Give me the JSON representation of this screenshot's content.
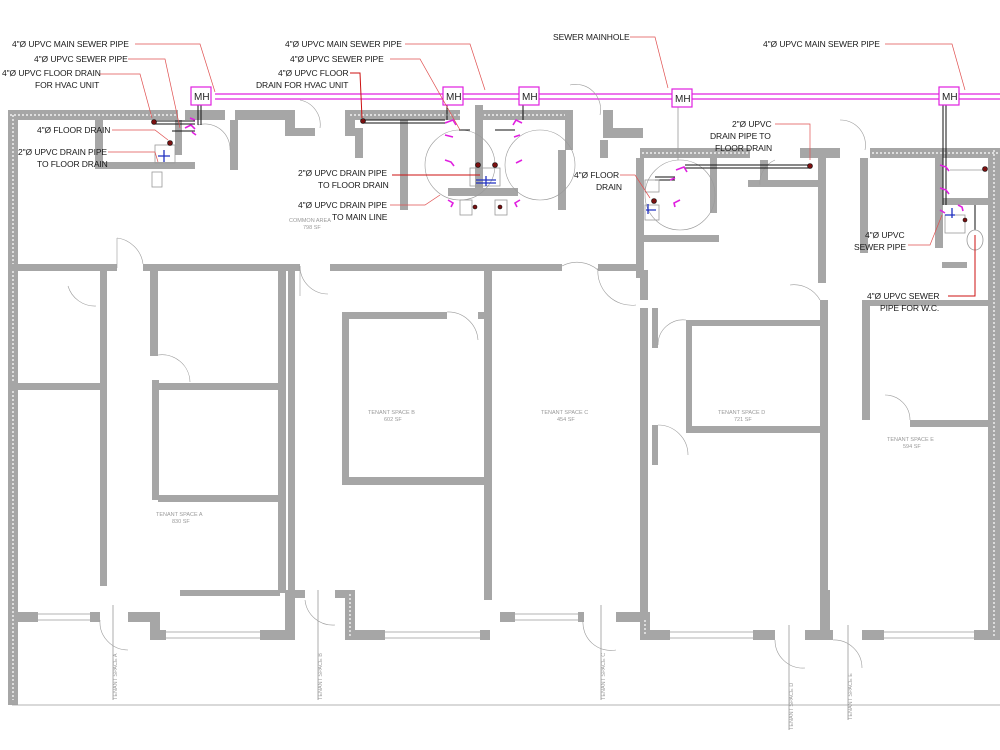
{
  "drawing": {
    "type": "plumbing floor plan",
    "colors": {
      "sewer_line": "#e020e0",
      "wall": "#a6a6a6",
      "leader": "#e05050",
      "drain_pipe": "#111111",
      "floor_drain_marker": "#7a1010",
      "fixture_symbol": "#e020e0",
      "cleanout_symbol": "#2030c0",
      "room_text": "#9a9a9a"
    }
  },
  "annotations": [
    {
      "id": "a1",
      "text": "4\"Ø UPVC MAIN SEWER PIPE"
    },
    {
      "id": "a2",
      "text": "4\"Ø UPVC SEWER PIPE"
    },
    {
      "id": "a3_l1",
      "text": "4\"Ø UPVC FLOOR DRAIN"
    },
    {
      "id": "a3_l2",
      "text": "FOR HVAC UNIT"
    },
    {
      "id": "a4",
      "text": "4\"Ø  FLOOR DRAIN"
    },
    {
      "id": "a5_l1",
      "text": "2\"Ø UPVC DRAIN PIPE"
    },
    {
      "id": "a5_l2",
      "text": "TO FLOOR DRAIN"
    },
    {
      "id": "b1",
      "text": "4\"Ø UPVC MAIN SEWER PIPE"
    },
    {
      "id": "b2",
      "text": "4\"Ø UPVC SEWER PIPE"
    },
    {
      "id": "b3_l1",
      "text": "4\"Ø UPVC FLOOR"
    },
    {
      "id": "b3_l2",
      "text": "DRAIN FOR HVAC UNIT"
    },
    {
      "id": "b4_l1",
      "text": "2\"Ø UPVC DRAIN PIPE"
    },
    {
      "id": "b4_l2",
      "text": "TO FLOOR DRAIN"
    },
    {
      "id": "b5_l1",
      "text": "4\"Ø UPVC DRAIN PIPE"
    },
    {
      "id": "b5_l2",
      "text": "TO MAIN LINE"
    },
    {
      "id": "c1",
      "text": "SEWER MAINHOLE"
    },
    {
      "id": "c2_l1",
      "text": "2\"Ø UPVC"
    },
    {
      "id": "c2_l2",
      "text": "DRAIN PIPE TO"
    },
    {
      "id": "c2_l3",
      "text": "FLOOR DRAIN"
    },
    {
      "id": "c3_l1",
      "text": "4\"Ø  FLOOR"
    },
    {
      "id": "c3_l2",
      "text": "DRAIN"
    },
    {
      "id": "d1",
      "text": "4\"Ø UPVC MAIN SEWER PIPE"
    },
    {
      "id": "d2_l1",
      "text": "4\"Ø UPVC"
    },
    {
      "id": "d2_l2",
      "text": "SEWER PIPE"
    },
    {
      "id": "d3_l1",
      "text": "4\"Ø UPVC SEWER"
    },
    {
      "id": "d3_l2",
      "text": "PIPE FOR W.C."
    }
  ],
  "manholes": [
    {
      "label": "MH"
    },
    {
      "label": "MH"
    },
    {
      "label": "MH"
    },
    {
      "label": "MH"
    },
    {
      "label": "MH"
    }
  ],
  "rooms": [
    {
      "name": "COMMON AREA",
      "area": "798 SF"
    },
    {
      "name": "TENANT SPACE A",
      "area": "830 SF"
    },
    {
      "name": "TENANT SPACE B",
      "area": "602 SF"
    },
    {
      "name": "TENANT SPACE C",
      "area": "454 SF"
    },
    {
      "name": "TENANT SPACE D",
      "area": "721 SF"
    },
    {
      "name": "TENANT SPACE E",
      "area": "594 SF"
    }
  ],
  "entry_tags": [
    {
      "text": "TENANT SPACE A"
    },
    {
      "text": "TENANT SPACE B"
    },
    {
      "text": "TENANT SPACE C"
    },
    {
      "text": "TENANT SPACE D"
    },
    {
      "text": "TENANT SPACE E"
    }
  ]
}
